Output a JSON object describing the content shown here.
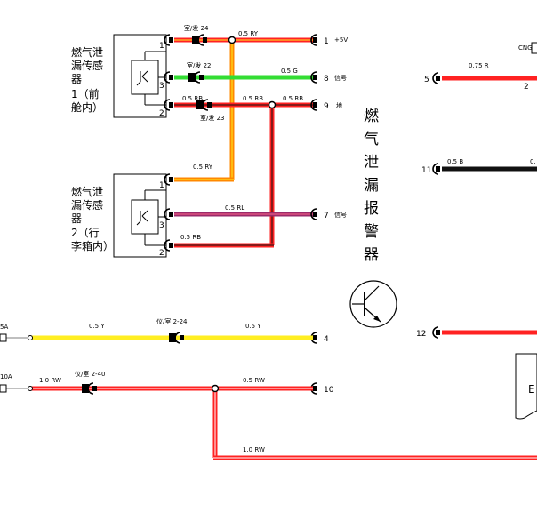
{
  "sensor1": {
    "label": [
      "燃气泄",
      "漏传感",
      "器",
      "1（前",
      "舱内）"
    ],
    "pins": [
      "1",
      "3",
      "2"
    ]
  },
  "sensor2": {
    "label": [
      "燃气泄",
      "漏传感",
      "器",
      "2（行",
      "李箱内）"
    ],
    "pins": [
      "1",
      "3",
      "2"
    ]
  },
  "alarm_title": [
    "燃",
    "气",
    "泄",
    "漏",
    "报",
    "警",
    "器"
  ],
  "connectors": {
    "c24": "室/发 24",
    "c22": "室/发 22",
    "c23": "室/发 23",
    "y224": "仪/室 2-24",
    "y240": "仪/室 2-40"
  },
  "wires": {
    "ry_top": "0.5 RY",
    "g": "0.5 G",
    "rb1": "0.5 RB",
    "rb2": "0.5 RB",
    "rb3": "0.5 RB",
    "ry_mid": "0.5 RY",
    "rl": "0.5 RL",
    "rb_low": "0.5 RB",
    "y1": "0.5 Y",
    "y2": "0.5 Y",
    "rw1": "1.0 RW",
    "rw2": "0.5 RW",
    "rw3": "1.0 RW",
    "r075": "0.75 R",
    "b05": "0.5 B",
    "b05_cut": "0."
  },
  "terminals": {
    "t1": {
      "num": "1",
      "desc": "+5V"
    },
    "t8": {
      "num": "8",
      "desc": "信号"
    },
    "t9": {
      "num": "9",
      "desc": "地"
    },
    "t7": {
      "num": "7",
      "desc": "信号"
    },
    "t4": {
      "num": "4"
    },
    "t10": {
      "num": "10"
    }
  },
  "fuses": {
    "f5a": "5A",
    "f10a": "10A"
  },
  "right_side": {
    "cng": "CNG",
    "pin5": "5",
    "pin2": "2",
    "pin11": "11",
    "pin12": "12",
    "box_letter": "E"
  },
  "colors": {
    "red": "#ff2222",
    "yellow": "#ffee22",
    "green": "#33dd33",
    "orange": "#ff8800",
    "black": "#111111",
    "purple": "#9a2a6a",
    "bg": "#ffffff"
  }
}
